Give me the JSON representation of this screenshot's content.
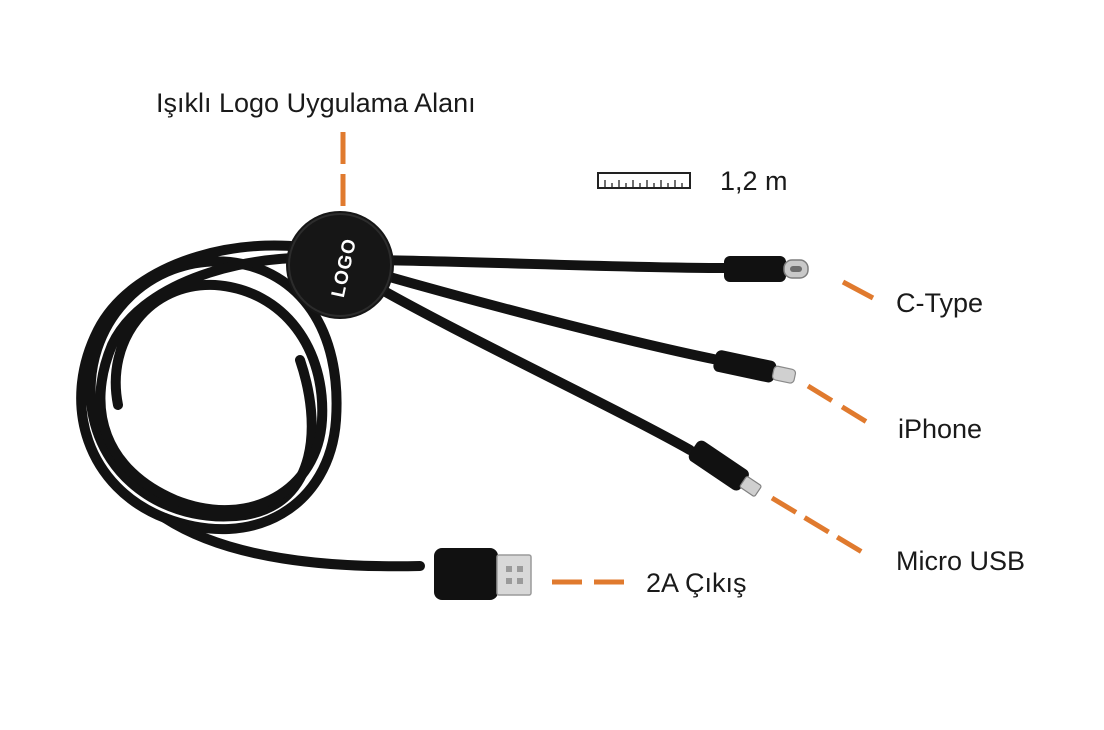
{
  "labels": {
    "logo_area": "Işıklı Logo Uygulama Alanı",
    "length": "1,2 m",
    "c_type": "C-Type",
    "iphone": "iPhone",
    "micro_usb": "Micro USB",
    "output": "2A Çıkış"
  },
  "product": {
    "logo_text": "LOGO"
  },
  "icons": {
    "length": "ruler-icon"
  },
  "colors": {
    "accent": "#e07a2e",
    "cable": "#121212",
    "background": "#ffffff"
  }
}
